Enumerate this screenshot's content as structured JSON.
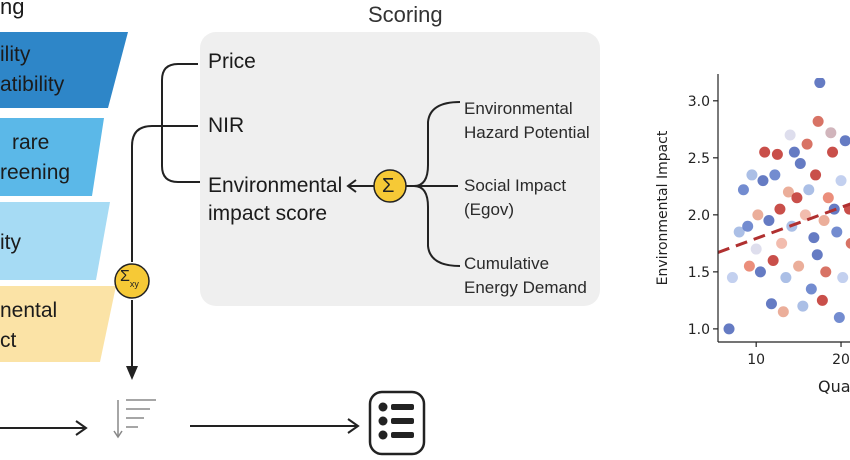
{
  "funnel": {
    "heading": "ng",
    "stages": [
      {
        "lines": [
          "ility",
          "atibility"
        ],
        "color": "#2e86c8"
      },
      {
        "lines": [
          "rare",
          "reening"
        ],
        "color": "#5bb8e8"
      },
      {
        "lines": [
          "ity"
        ],
        "color": "#a6dbf4"
      },
      {
        "lines": [
          "nental",
          "ct"
        ],
        "color": "#fbe3a6"
      }
    ]
  },
  "scoring": {
    "title": "Scoring",
    "criteria": {
      "price": "Price",
      "nir": "NIR",
      "env_line1": "Environmental",
      "env_line2": "impact score"
    },
    "sum_symbol": "Σ",
    "sum_xy_main": "Σ",
    "sum_xy_sub": "xy",
    "components": [
      {
        "line1": "Environmental",
        "line2": "Hazard Potential"
      },
      {
        "line1": "Social Impact",
        "line2": "(Egov)"
      },
      {
        "line1": "Cumulative",
        "line2": "Energy Demand"
      }
    ],
    "box_color": "#efefef",
    "accent": "#f6c936"
  },
  "chart_data": {
    "type": "scatter",
    "ylabel": "Environmental Impact",
    "xlabel": "Qua",
    "x_ticks": [
      "10",
      "20"
    ],
    "y_ticks": [
      "1.0",
      "1.5",
      "2.0",
      "2.5",
      "3.0"
    ],
    "xlim": [
      5.5,
      22
    ],
    "ylim": [
      0.92,
      3.2
    ],
    "trend": {
      "style": "dashed",
      "color": "#b03030",
      "x": [
        5.5,
        22
      ],
      "y": [
        1.67,
        2.12
      ]
    },
    "points": [
      [
        17.5,
        3.16,
        "#4a64b8"
      ],
      [
        6.8,
        1.0,
        "#4a64b8"
      ],
      [
        17.3,
        2.82,
        "#d15a4a"
      ],
      [
        18.8,
        2.72,
        "#c9a8b0"
      ],
      [
        14.0,
        2.7,
        "#d8d8ea"
      ],
      [
        16.0,
        2.62,
        "#d15a4a"
      ],
      [
        20.5,
        2.65,
        "#4a64b8"
      ],
      [
        11.0,
        2.55,
        "#c0302a"
      ],
      [
        12.5,
        2.53,
        "#c0302a"
      ],
      [
        19.0,
        2.55,
        "#c0302a"
      ],
      [
        8.5,
        2.22,
        "#5a78c8"
      ],
      [
        9.5,
        2.35,
        "#9cb4e2"
      ],
      [
        10.8,
        2.3,
        "#4a64b8"
      ],
      [
        13.8,
        2.2,
        "#e8a088"
      ],
      [
        15.2,
        2.45,
        "#4a64b8"
      ],
      [
        17.0,
        2.35,
        "#c0302a"
      ],
      [
        18.5,
        2.15,
        "#e87a64"
      ],
      [
        20.0,
        2.3,
        "#b8c8ec"
      ],
      [
        21.0,
        2.05,
        "#c0302a"
      ],
      [
        8.0,
        1.85,
        "#9cb4e2"
      ],
      [
        9.0,
        1.9,
        "#5a78c8"
      ],
      [
        10.2,
        2.0,
        "#e8a088"
      ],
      [
        11.5,
        1.95,
        "#4a64b8"
      ],
      [
        12.8,
        2.05,
        "#c0302a"
      ],
      [
        14.2,
        1.9,
        "#9cb4e2"
      ],
      [
        15.8,
        2.0,
        "#f0b0a0"
      ],
      [
        16.8,
        1.8,
        "#4a64b8"
      ],
      [
        18.0,
        1.95,
        "#e8a088"
      ],
      [
        19.5,
        1.85,
        "#5a78c8"
      ],
      [
        21.2,
        1.75,
        "#d15a4a"
      ],
      [
        7.2,
        1.45,
        "#b8c8ec"
      ],
      [
        9.2,
        1.55,
        "#e87a64"
      ],
      [
        10.5,
        1.5,
        "#4a64b8"
      ],
      [
        12.0,
        1.6,
        "#c0302a"
      ],
      [
        13.5,
        1.45,
        "#9cb4e2"
      ],
      [
        15.0,
        1.55,
        "#e8a088"
      ],
      [
        16.5,
        1.35,
        "#5a78c8"
      ],
      [
        18.2,
        1.5,
        "#d15a4a"
      ],
      [
        20.2,
        1.45,
        "#b8c8ec"
      ],
      [
        11.8,
        1.22,
        "#4a64b8"
      ],
      [
        13.2,
        1.15,
        "#e8a088"
      ],
      [
        15.5,
        1.2,
        "#9cb4e2"
      ],
      [
        17.8,
        1.25,
        "#c0302a"
      ],
      [
        19.8,
        1.1,
        "#5a78c8"
      ],
      [
        12.2,
        2.35,
        "#5a78c8"
      ],
      [
        14.8,
        2.15,
        "#c0302a"
      ],
      [
        16.2,
        2.22,
        "#9cb4e2"
      ],
      [
        13.0,
        1.75,
        "#f0b0a0"
      ],
      [
        17.2,
        1.65,
        "#4a64b8"
      ],
      [
        19.2,
        2.05,
        "#4a64b8"
      ],
      [
        10.0,
        1.7,
        "#d8d8ea"
      ],
      [
        14.5,
        2.55,
        "#4a64b8"
      ]
    ]
  }
}
